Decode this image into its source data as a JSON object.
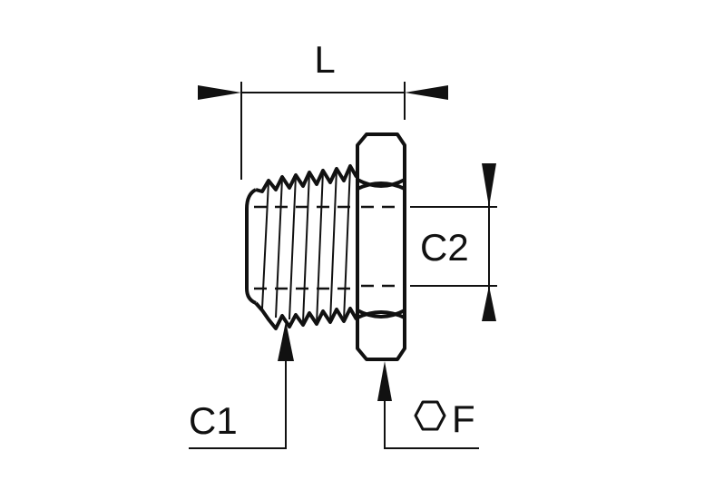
{
  "labels": {
    "length": "L",
    "thread_c1": "C1",
    "thread_c2": "C2",
    "hex_size": "F"
  },
  "icons": {
    "hex_symbol": "hexagon-icon"
  },
  "colors": {
    "ink": "#111111",
    "background": "#ffffff"
  }
}
